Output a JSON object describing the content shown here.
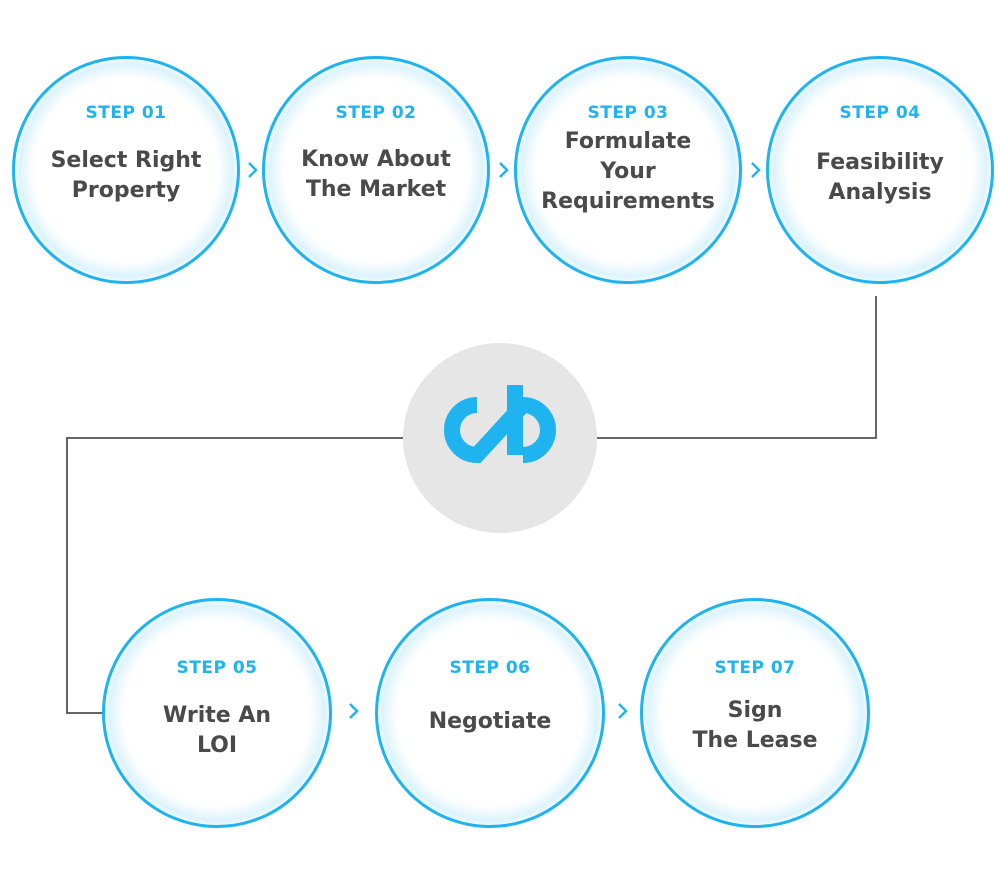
{
  "colors": {
    "accent": "#1fb4f0",
    "title_text": "#4a4a4a",
    "connector": "#666666",
    "logo_bg": "#e6e6e6"
  },
  "logo": {
    "icon": "cb-logo-icon"
  },
  "steps": [
    {
      "num": "STEP 01",
      "lines": [
        "Select Right",
        "Property"
      ]
    },
    {
      "num": "STEP 02",
      "lines": [
        "Know About",
        "The Market"
      ]
    },
    {
      "num": "STEP 03",
      "lines": [
        "Formulate",
        "Your",
        "Requirements"
      ]
    },
    {
      "num": "STEP 04",
      "lines": [
        "Feasibility",
        "Analysis"
      ]
    },
    {
      "num": "STEP 05",
      "lines": [
        "Write An",
        "LOI"
      ]
    },
    {
      "num": "STEP 06",
      "lines": [
        "Negotiate"
      ]
    },
    {
      "num": "STEP 07",
      "lines": [
        "Sign",
        "The Lease"
      ]
    }
  ]
}
